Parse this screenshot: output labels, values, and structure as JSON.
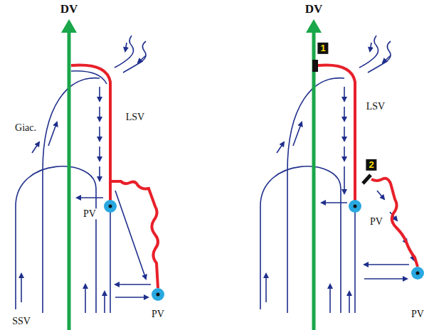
{
  "diagram": {
    "labels": [
      "DV",
      "Giac.",
      "LSV",
      "PV",
      "PV",
      "SSV",
      "DV",
      "1",
      "LSV",
      "2",
      "PV",
      "PV"
    ]
  }
}
